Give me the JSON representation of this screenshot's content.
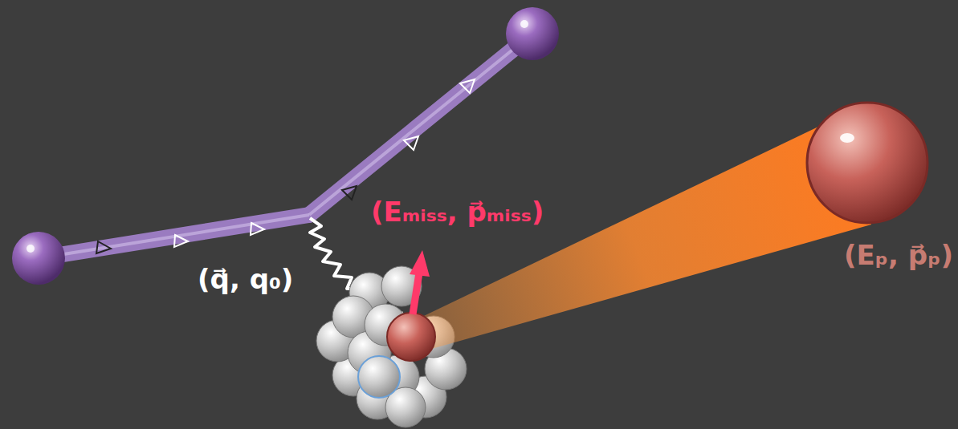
{
  "diagram": {
    "labels": [
      "(q⃗, q₀)",
      "(Eₘᵢₛₛ, p⃗ₘᵢₛₛ)",
      "(Eₚ, p⃗ₚ)"
    ]
  }
}
